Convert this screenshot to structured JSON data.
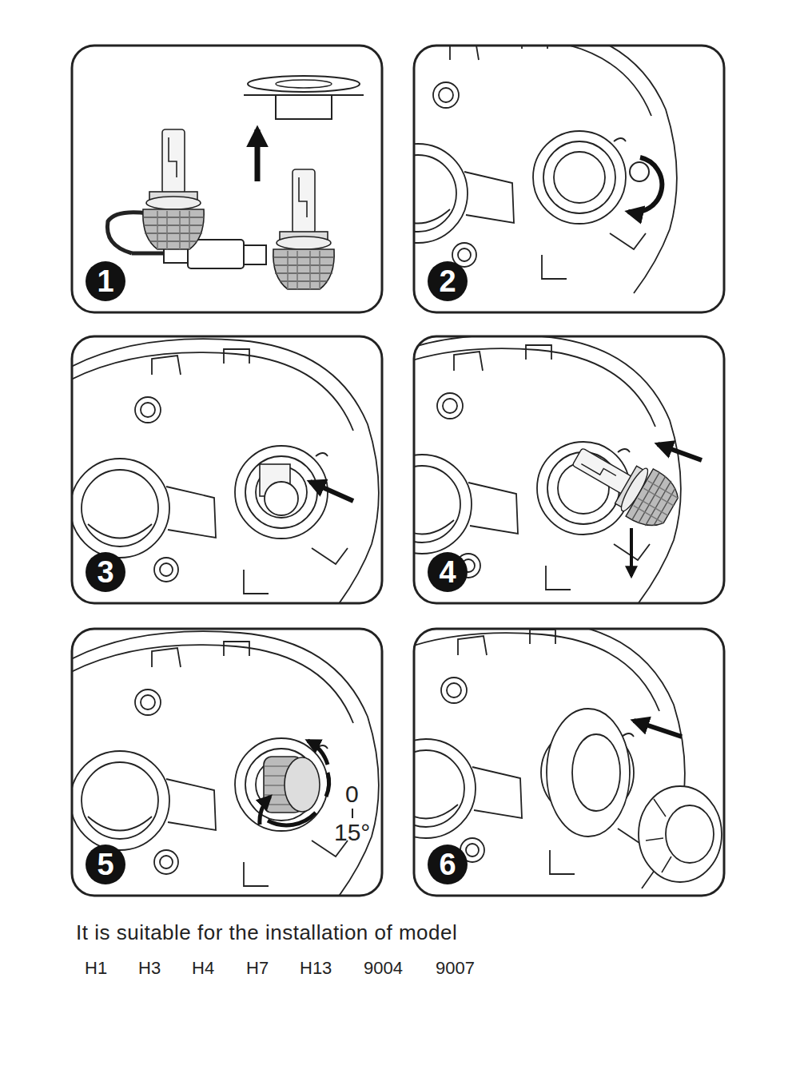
{
  "diagram": {
    "caption": "It is suitable for the installation of model",
    "nodes": [
      {
        "text": [
          "1"
        ]
      },
      {
        "text": [
          "2"
        ]
      },
      {
        "text": [
          "3"
        ]
      },
      {
        "text": [
          "4"
        ]
      },
      {
        "text": [
          "5"
        ]
      },
      {
        "text": [
          "6"
        ]
      }
    ],
    "labels": [
      "0",
      "15°",
      "H1",
      "H3",
      "H4",
      "H7",
      "H13",
      "9004",
      "9007"
    ]
  }
}
